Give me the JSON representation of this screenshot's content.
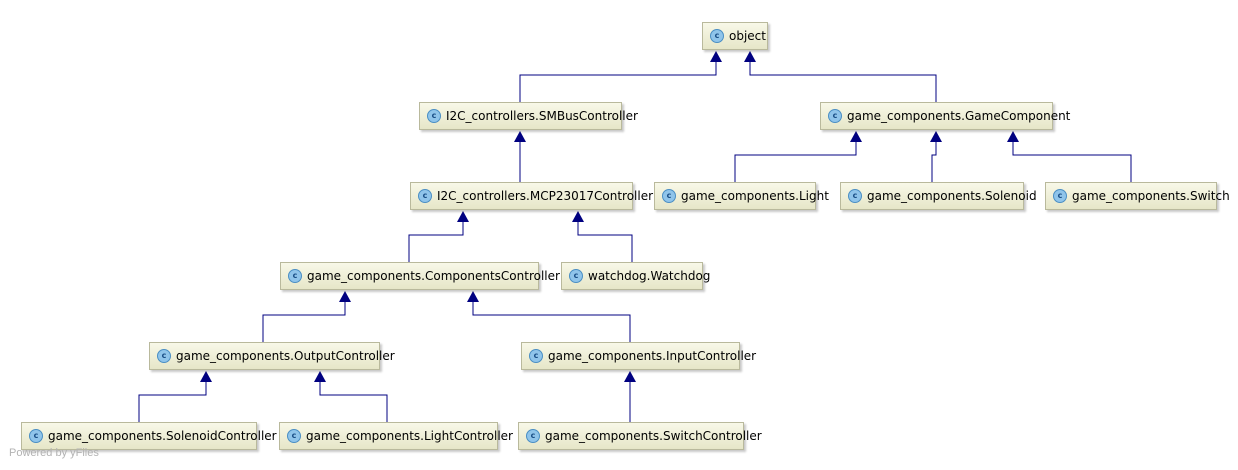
{
  "diagram": {
    "nodes": [
      {
        "id": "object",
        "label": "object"
      },
      {
        "id": "smbus",
        "label": "I2C_controllers.SMBusController"
      },
      {
        "id": "gamecomp",
        "label": "game_components.GameComponent"
      },
      {
        "id": "mcp",
        "label": "I2C_controllers.MCP23017Controller"
      },
      {
        "id": "light",
        "label": "game_components.Light"
      },
      {
        "id": "solenoid",
        "label": "game_components.Solenoid"
      },
      {
        "id": "switch",
        "label": "game_components.Switch"
      },
      {
        "id": "compctrl",
        "label": "game_components.ComponentsController"
      },
      {
        "id": "watchdog",
        "label": "watchdog.Watchdog"
      },
      {
        "id": "outctrl",
        "label": "game_components.OutputController"
      },
      {
        "id": "inctrl",
        "label": "game_components.InputController"
      },
      {
        "id": "solctrl",
        "label": "game_components.SolenoidController"
      },
      {
        "id": "lightctrl",
        "label": "game_components.LightController"
      },
      {
        "id": "swctrl",
        "label": "game_components.SwitchController"
      }
    ],
    "edges": [
      {
        "from": "smbus",
        "to": "object"
      },
      {
        "from": "gamecomp",
        "to": "object"
      },
      {
        "from": "mcp",
        "to": "smbus"
      },
      {
        "from": "light",
        "to": "gamecomp"
      },
      {
        "from": "solenoid",
        "to": "gamecomp"
      },
      {
        "from": "switch",
        "to": "gamecomp"
      },
      {
        "from": "compctrl",
        "to": "mcp"
      },
      {
        "from": "watchdog",
        "to": "mcp"
      },
      {
        "from": "outctrl",
        "to": "compctrl"
      },
      {
        "from": "inctrl",
        "to": "compctrl"
      },
      {
        "from": "solctrl",
        "to": "outctrl"
      },
      {
        "from": "lightctrl",
        "to": "outctrl"
      },
      {
        "from": "swctrl",
        "to": "inctrl"
      }
    ],
    "class_icon_letter": "c",
    "edge_color": "#000080",
    "node_fill": "#ededd6",
    "icon_color": "#8fc4ea"
  },
  "watermark": "Powered by yFiles"
}
